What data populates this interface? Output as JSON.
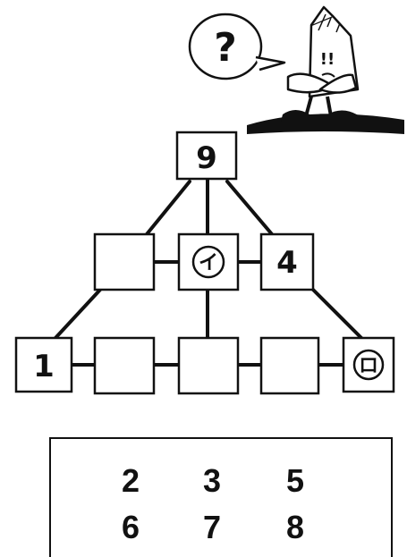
{
  "puzzle": {
    "top": "9",
    "middle": {
      "left": "",
      "center": "イ",
      "right": "4"
    },
    "bottom": {
      "b1": "1",
      "b2": "",
      "b3": "",
      "b4": "",
      "b5": "ロ"
    }
  },
  "choices": {
    "row1": [
      "2",
      "3",
      "5"
    ],
    "row2": [
      "6",
      "7",
      "8"
    ]
  },
  "character": {
    "bubble_text": "?",
    "face_marks": "!!"
  },
  "colors": {
    "ink": "#111111",
    "paper": "#ffffff"
  }
}
